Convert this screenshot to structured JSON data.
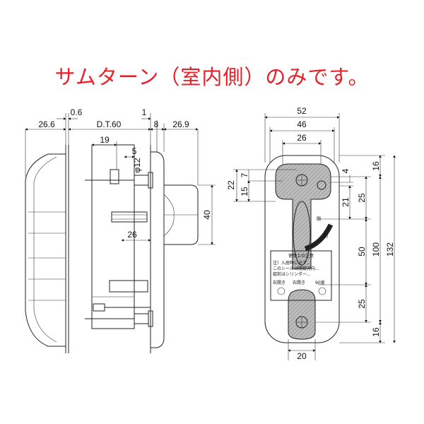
{
  "headline": {
    "text": "サムターン（室内側）のみです。",
    "color": "#e8202a"
  },
  "side_view": {
    "dims": {
      "left_width": "26.6",
      "gap": "0.6",
      "door_thickness": "D.T.60",
      "plate_gap": "1",
      "plate": "8",
      "knob_width": "26.9",
      "offset_19": "19",
      "offset_5": "5",
      "diameter": "φ12",
      "spindle_26": "26",
      "knob_height": "40"
    }
  },
  "front_view": {
    "dims": {
      "width_52": "52",
      "width_46": "46",
      "width_26": "26",
      "width_20": "20",
      "left_22": "22",
      "left_15": "15",
      "left_7": "7",
      "right_4": "4",
      "right_21": "21",
      "right_25_top": "25",
      "right_50": "50",
      "right_25_bottom": "25",
      "right_16_top": "16",
      "right_16_bottom": "16",
      "height_100": "100",
      "height_132": "132"
    },
    "label": {
      "title": "使用上の注意",
      "line1": "注）入居時に必ず...",
      "line2": "このシールは開錠方向...",
      "line3": "錠前はシリンダー...",
      "bottom_left": "右開き",
      "bottom_mid": "右開き",
      "bottom_right": "90度",
      "tag_open": "開",
      "tag_close": "閉"
    }
  }
}
